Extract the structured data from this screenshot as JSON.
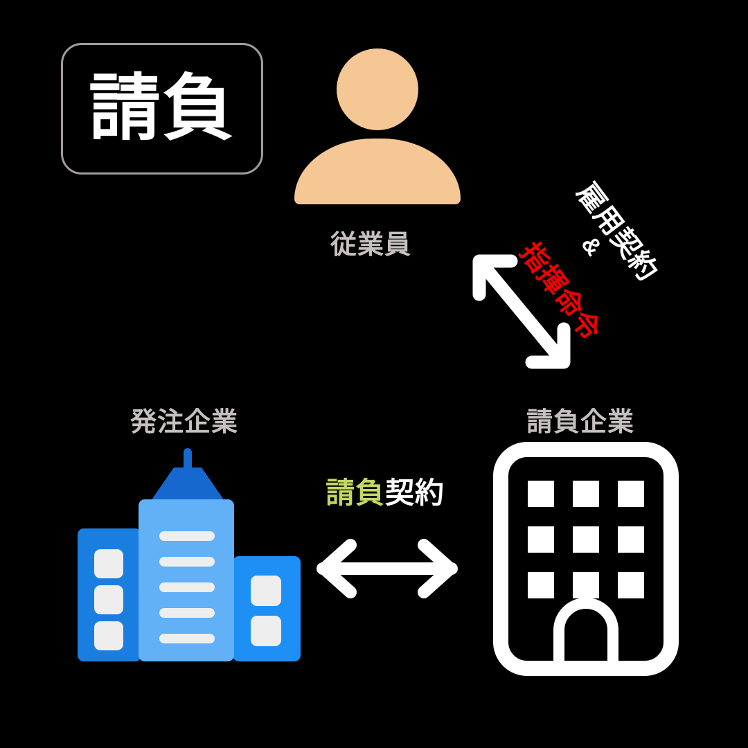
{
  "diagram": {
    "title_badge": {
      "text": "請負"
    },
    "background_color": "#000000",
    "nodes": {
      "employee": {
        "label": "従業員",
        "icon": "person-icon",
        "icon_color": "#f5c795"
      },
      "client_company": {
        "label": "発注企業",
        "icon": "city-buildings-icon",
        "icon_color": "#5fb0f5"
      },
      "vendor_company": {
        "label": "請負企業",
        "icon": "office-building-icon",
        "icon_color": "#ffffff"
      }
    },
    "edges": {
      "vendor_employee": {
        "arrow": "double-headed-diagonal-arrow",
        "arrow_color": "#ffffff",
        "label_primary": "雇用契約",
        "label_primary_color": "#ffffff",
        "label_conjunction": "&",
        "label_conjunction_color": "#ffffff",
        "label_secondary": "指揮命令",
        "label_secondary_color": "#f10000"
      },
      "client_vendor": {
        "arrow": "double-headed-horizontal-arrow",
        "arrow_color": "#ffffff",
        "label_part_a": "請負",
        "label_part_a_color": "#c3d862",
        "label_part_b": "契約",
        "label_part_b_color": "#ffffff"
      }
    }
  }
}
